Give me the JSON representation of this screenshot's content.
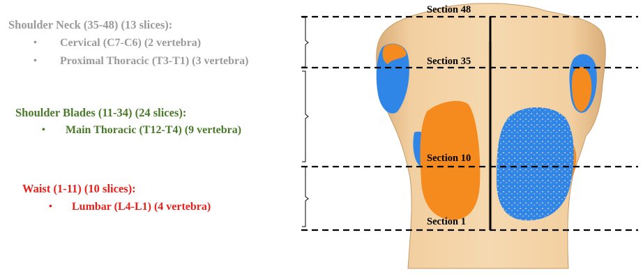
{
  "groups": [
    {
      "title": "Shoulder Neck (35-48) (13 slices):",
      "color": "#9a9a9a",
      "items": [
        "Cervical (C7-C6) (2 vertebra)",
        "Proximal Thoracic (T3-T1) (3 vertebra)"
      ]
    },
    {
      "title": "Shoulder Blades (11-34) (24 slices):",
      "color": "#4a7a2a",
      "items": [
        "Main Thoracic (T12-T4) (9 vertebra)"
      ]
    },
    {
      "title": "Waist (1-11) (10 slices):",
      "color": "#e8201a",
      "items": [
        "Lumbar (L4-L1) (4 vertebra)"
      ]
    }
  ],
  "bullet_glyph": "•",
  "sections": [
    "Section 48",
    "Section 35",
    "Section 10",
    "Section 1"
  ],
  "colors": {
    "skin": "#f2cfa0",
    "skin_shadow": "#d9ad78",
    "blue": "#2f86e6",
    "orange": "#f58a1e",
    "lines": "#000000"
  }
}
